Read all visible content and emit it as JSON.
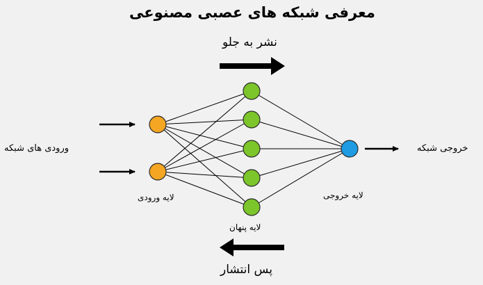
{
  "title": "معرفی شبکه های عصبی مصنوعی",
  "forward_label": "نشر به جلو",
  "backward_label": "پس انتشار",
  "network_inputs_label": "ورودی های شبکه",
  "network_output_label": "خروجی شبکه",
  "layers": {
    "input": {
      "label": "لایه ورودی",
      "nodes": 2,
      "color": "#f5a623"
    },
    "hidden": {
      "label": "لایه پنهان",
      "nodes": 5,
      "color": "#7cc52b"
    },
    "output": {
      "label": "لایه خروجی",
      "nodes": 1,
      "color": "#1e9be3"
    }
  }
}
